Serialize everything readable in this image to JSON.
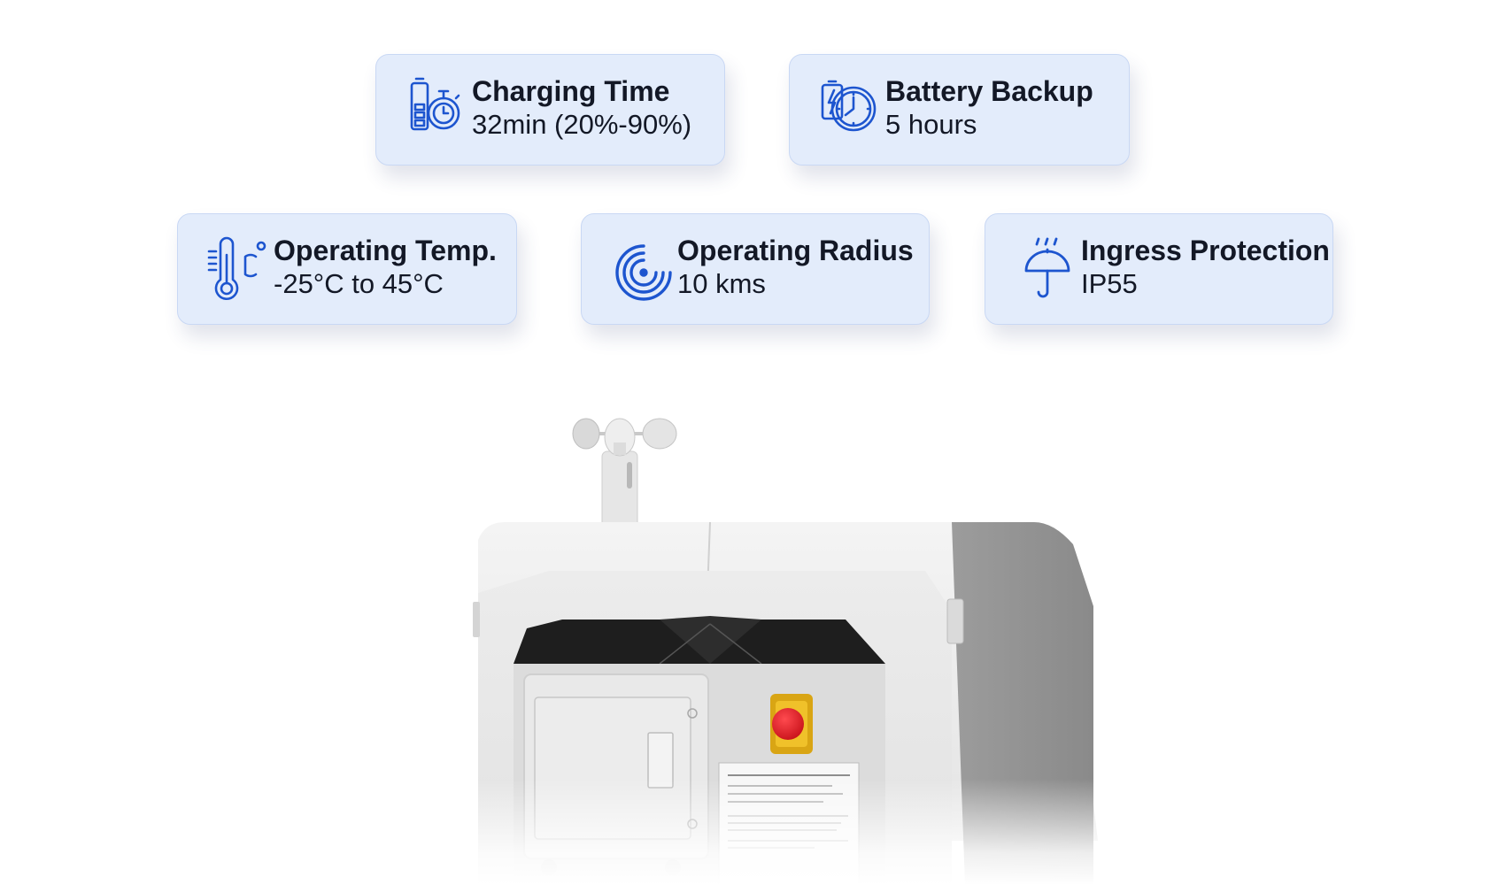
{
  "specs": [
    {
      "id": "charging",
      "icon": "battery-stopwatch-icon",
      "label": "Charging Time",
      "value": "32min (20%-90%)"
    },
    {
      "id": "battery",
      "icon": "battery-clock-icon",
      "label": "Battery Backup",
      "value": "5 hours"
    },
    {
      "id": "temp",
      "icon": "thermometer-celsius-icon",
      "label": "Operating Temp.",
      "value": "-25°C to 45°C"
    },
    {
      "id": "radius",
      "icon": "signal-radius-icon",
      "label": "Operating Radius",
      "value": "10 kms"
    },
    {
      "id": "ingress",
      "icon": "umbrella-rain-icon",
      "label": "Ingress Protection",
      "value": "IP55"
    }
  ],
  "colors": {
    "card_background": "#e3ecfb",
    "card_border": "#c9d8f4",
    "icon_blue": "#1d55cf",
    "text": "#131826",
    "emergency_button": "#e0242c"
  }
}
